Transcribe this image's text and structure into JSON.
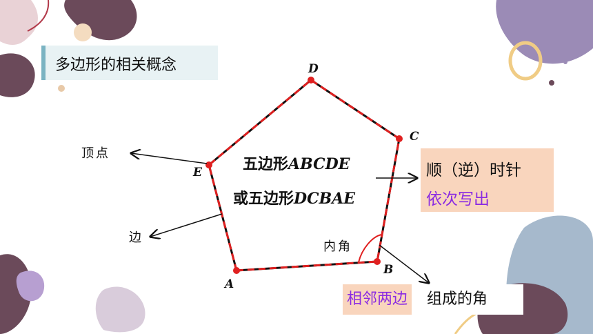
{
  "title": "多边形的相关概念",
  "vertices": [
    "A",
    "B",
    "C",
    "D",
    "E"
  ],
  "center": {
    "line1_prefix": "五边形",
    "line1_letters": "ABCDE",
    "line2_prefix": "或五边形",
    "line2_letters": "DCBAE"
  },
  "labels": {
    "vertex": "顶点",
    "side": "边",
    "interior_angle": "内角"
  },
  "order_note": {
    "line1": "顺（逆）时针",
    "line2": "依次写出"
  },
  "angle_def": {
    "part1": "相邻两边",
    "part2": "组成的角"
  },
  "colors": {
    "polygon_dash": "#e02020",
    "point": "#e02020",
    "highlight_box": "#f9d5bd",
    "accent_text": "#8a2be2"
  }
}
